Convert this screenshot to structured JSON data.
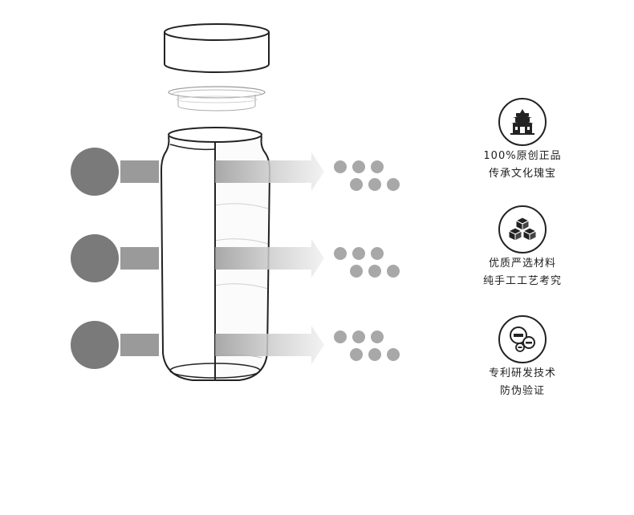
{
  "colors": {
    "source_dot": "#7a7a7a",
    "arrow_dark": "#9a9a9a",
    "arrow_light": "#e6e6e6",
    "small_dot": "#a8a8a8",
    "outline": "#222222"
  },
  "flows": {
    "count": 3,
    "small_dots_per_flow": 6
  },
  "features": [
    {
      "icon": "temple-icon",
      "line1": "100%原创正品",
      "line2": "传承文化瑰宝"
    },
    {
      "icon": "cubes-icon",
      "line1": "优质严选材料",
      "line2": "纯手工工艺考究"
    },
    {
      "icon": "coins-icon",
      "line1": "专利研发技术",
      "line2": "防伪验证"
    }
  ]
}
